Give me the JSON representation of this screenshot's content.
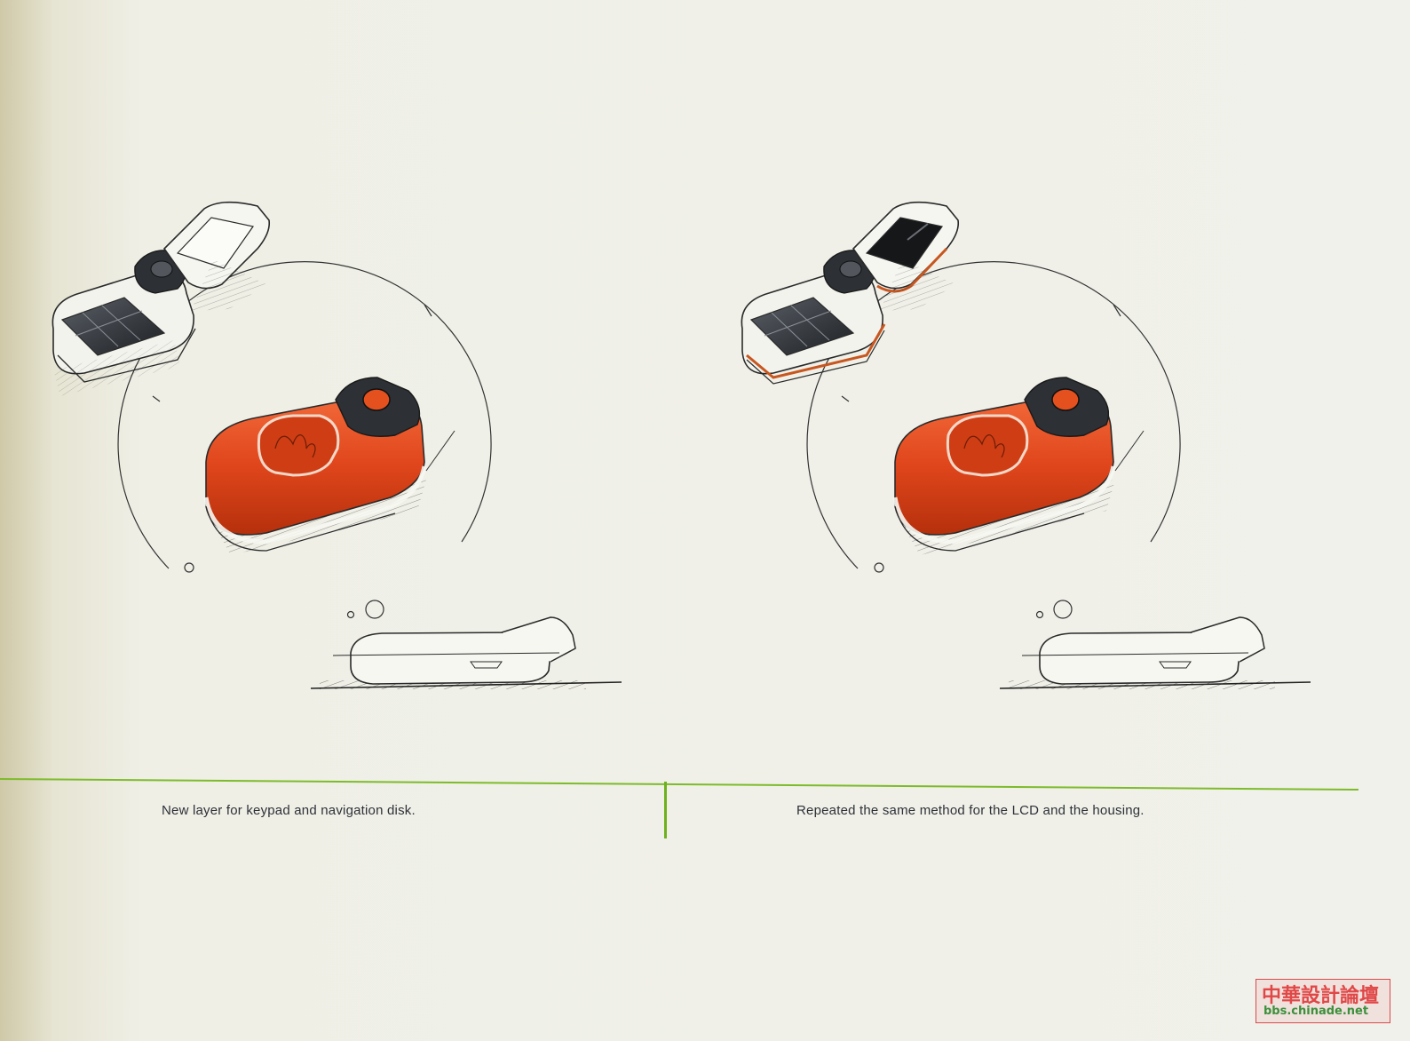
{
  "captions": {
    "left": "New layer for keypad and navigation disk.",
    "right": "Repeated the same method for the LCD and the housing."
  },
  "watermark": {
    "title": "中華設計論壇",
    "url": "bbs.chinade.net"
  },
  "colors": {
    "accent_rule": "#7dbb2a",
    "phone_orange": "#e0461c",
    "ink": "#2a2a2a"
  },
  "illustrations": [
    {
      "name": "flip-phone-sketch-keypad-layer",
      "icon": "phone-sketch-icon"
    },
    {
      "name": "flip-phone-sketch-lcd-housing",
      "icon": "phone-sketch-icon"
    }
  ]
}
